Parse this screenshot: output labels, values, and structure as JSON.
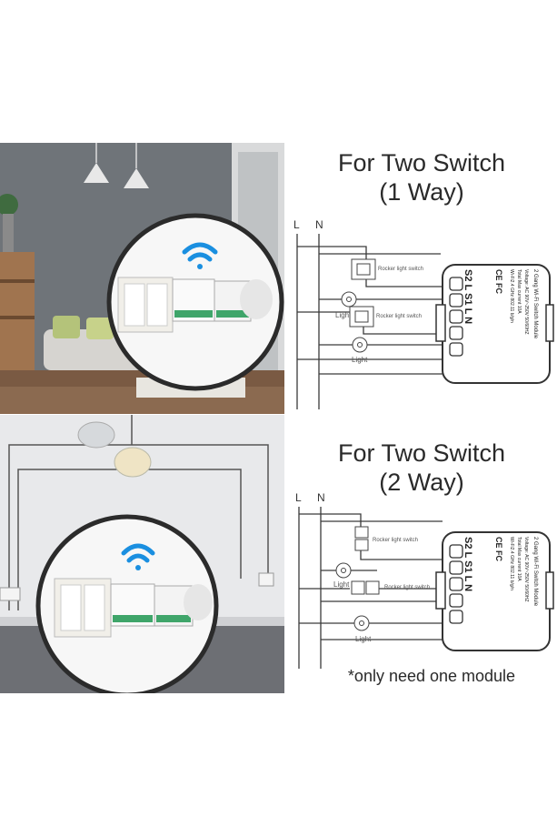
{
  "headings": {
    "one_way_line1": "For Two Switch",
    "one_way_line2": "(1 Way)",
    "two_way_line1": "For Two Switch",
    "two_way_line2": "(2 Way)"
  },
  "diagram_labels": {
    "live": "L",
    "neutral": "N",
    "rocker_switch": "Rocker light switch",
    "light": "Light",
    "module_title": "2 Gang Wi-Fi Switch Module",
    "module_voltage": "Voltage: AC 90V~250V 50/60HZ",
    "module_current": "Total Max current 10A",
    "module_wifi": "Wi-Fi2.4 GHz 802.11 b/g/n",
    "terminals": "S2 L S1 L N",
    "cert_marks": "CE FC"
  },
  "footnote": "*only need one module",
  "colors": {
    "heading_text": "#2a2a2a",
    "wifi_icon": "#1a8fe0",
    "wire": "#3a3a3a",
    "wall_top": "#6e7277",
    "wall_bottom": "#e9eaec"
  },
  "icons": [
    "wifi-icon",
    "bulb-icon",
    "pendant-lamp-icon",
    "switch-plate-icon",
    "module-icon"
  ]
}
